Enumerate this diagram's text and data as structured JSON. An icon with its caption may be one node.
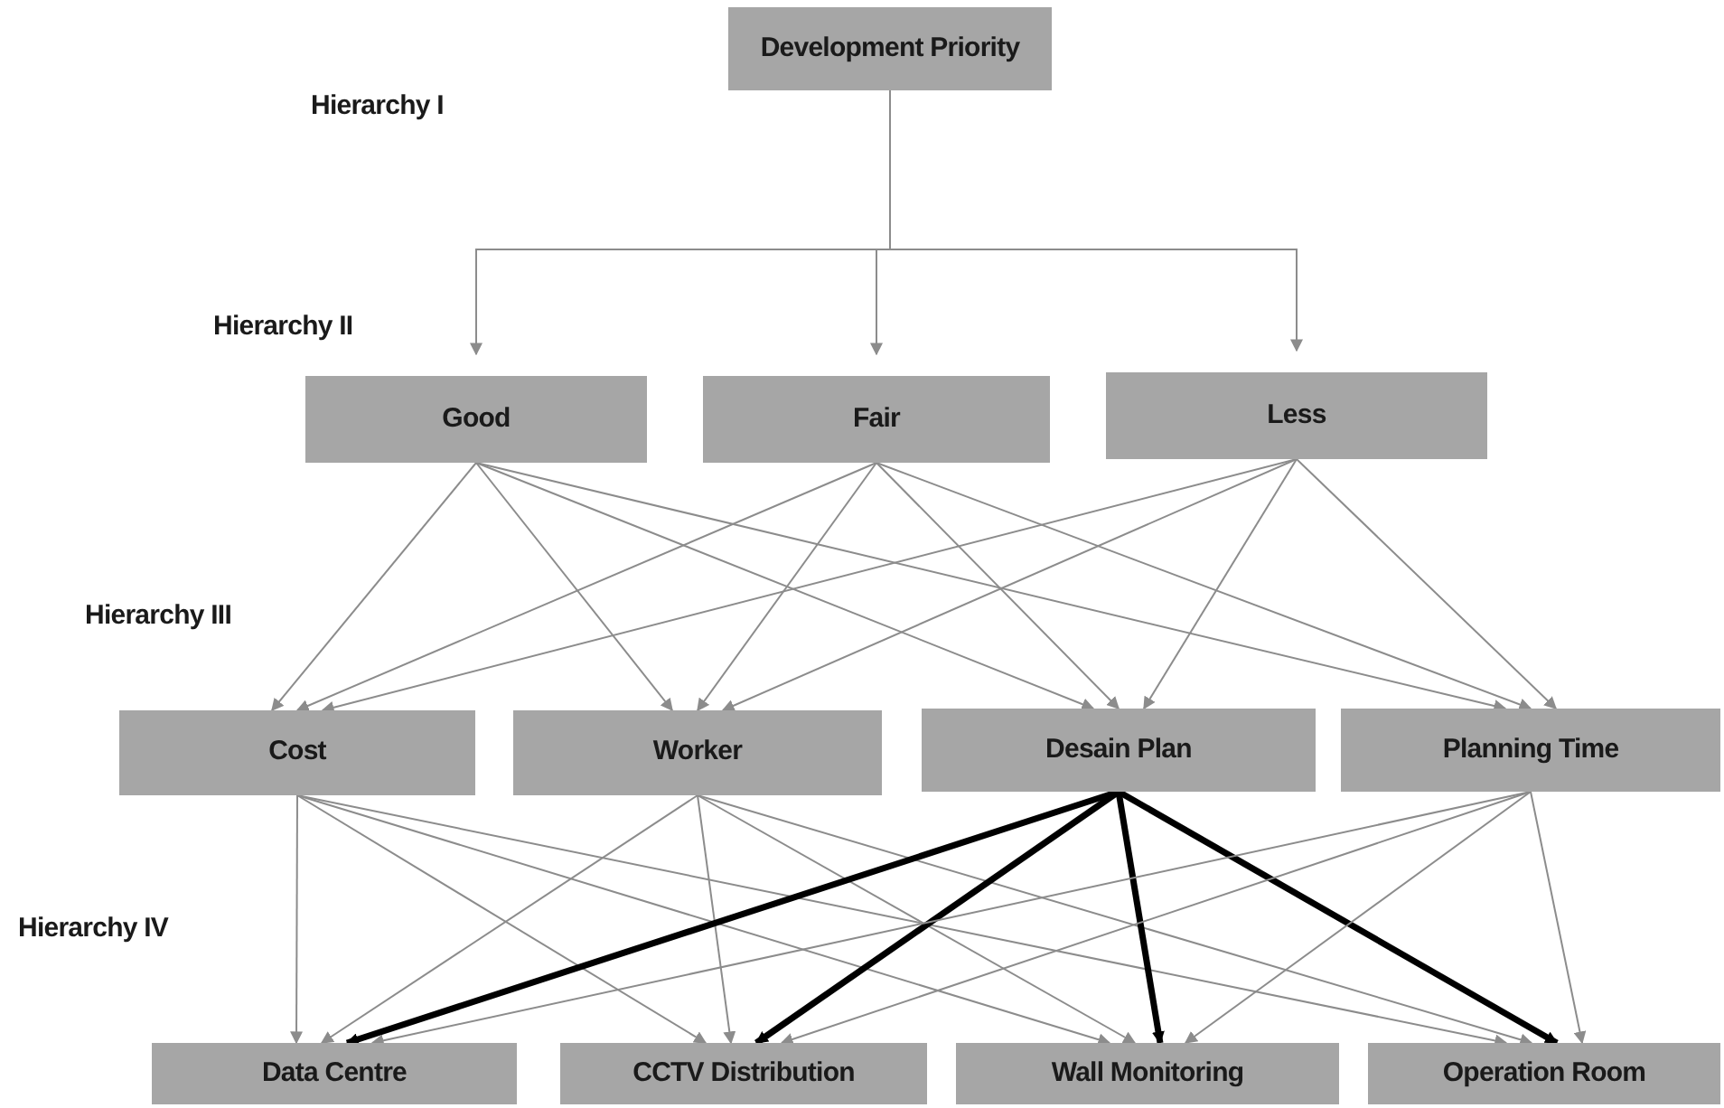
{
  "diagram": {
    "nodes": [
      {
        "text": [
          "Development Priority"
        ]
      },
      {
        "text": [
          "Good"
        ]
      },
      {
        "text": [
          "Fair"
        ]
      },
      {
        "text": [
          "Less"
        ]
      },
      {
        "text": [
          "Cost"
        ]
      },
      {
        "text": [
          "Worker"
        ]
      },
      {
        "text": [
          "Desain Plan"
        ]
      },
      {
        "text": [
          "Planning Time"
        ]
      },
      {
        "text": [
          "Data Centre"
        ]
      },
      {
        "text": [
          "CCTV Distribution"
        ]
      },
      {
        "text": [
          "Wall Monitoring"
        ]
      },
      {
        "text": [
          "Operation Room"
        ]
      }
    ],
    "edges": [
      {
        "from": 0,
        "to": 1,
        "arrow": "to"
      },
      {
        "from": 0,
        "to": 2,
        "arrow": "to"
      },
      {
        "from": 0,
        "to": 3,
        "arrow": "to"
      },
      {
        "from": 1,
        "to": 4,
        "arrow": "to"
      },
      {
        "from": 1,
        "to": 5,
        "arrow": "to"
      },
      {
        "from": 1,
        "to": 6,
        "arrow": "to"
      },
      {
        "from": 1,
        "to": 7,
        "arrow": "to"
      },
      {
        "from": 2,
        "to": 4,
        "arrow": "to"
      },
      {
        "from": 2,
        "to": 5,
        "arrow": "to"
      },
      {
        "from": 2,
        "to": 6,
        "arrow": "to"
      },
      {
        "from": 2,
        "to": 7,
        "arrow": "to"
      },
      {
        "from": 3,
        "to": 4,
        "arrow": "to"
      },
      {
        "from": 3,
        "to": 5,
        "arrow": "to"
      },
      {
        "from": 3,
        "to": 6,
        "arrow": "to"
      },
      {
        "from": 3,
        "to": 7,
        "arrow": "to"
      },
      {
        "from": 4,
        "to": 8,
        "arrow": "to"
      },
      {
        "from": 4,
        "to": 9,
        "arrow": "to"
      },
      {
        "from": 4,
        "to": 10,
        "arrow": "to"
      },
      {
        "from": 4,
        "to": 11,
        "arrow": "to"
      },
      {
        "from": 5,
        "to": 8,
        "arrow": "to"
      },
      {
        "from": 5,
        "to": 9,
        "arrow": "to"
      },
      {
        "from": 5,
        "to": 10,
        "arrow": "to"
      },
      {
        "from": 5,
        "to": 11,
        "arrow": "to"
      },
      {
        "from": 6,
        "to": 8,
        "arrow": "to",
        "style": "thick",
        "color": "#000000"
      },
      {
        "from": 6,
        "to": 9,
        "arrow": "to",
        "style": "thick",
        "color": "#000000"
      },
      {
        "from": 6,
        "to": 10,
        "arrow": "to",
        "style": "thick",
        "color": "#000000"
      },
      {
        "from": 6,
        "to": 11,
        "arrow": "to",
        "style": "thick",
        "color": "#000000"
      },
      {
        "from": 7,
        "to": 8,
        "arrow": "to"
      },
      {
        "from": 7,
        "to": 9,
        "arrow": "to"
      },
      {
        "from": 7,
        "to": 10,
        "arrow": "to"
      },
      {
        "from": 7,
        "to": 11,
        "arrow": "to"
      }
    ],
    "labels": [
      "Hierarchy I",
      "Hierarchy II",
      "Hierarchy III",
      "Hierarchy IV"
    ]
  }
}
